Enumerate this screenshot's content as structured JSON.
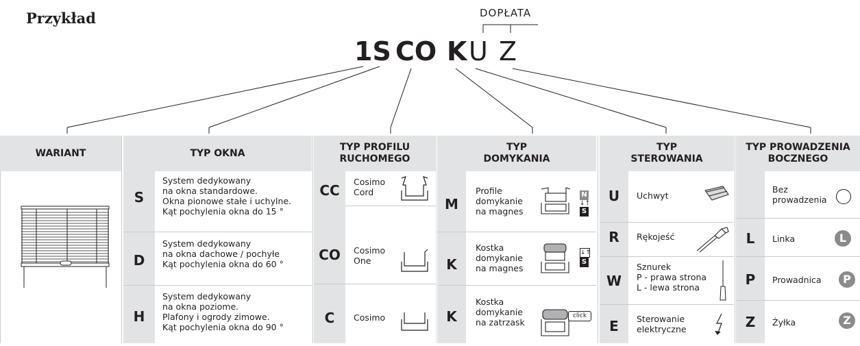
{
  "title": "Przykład",
  "doplata": "DOPŁATA",
  "code": {
    "p1": "1S",
    "p2": "CO",
    "p3": "K",
    "p4": "U",
    "p5": "Z"
  },
  "headers": {
    "wariant": "WARIANT",
    "typ_okna": "TYP OKNA",
    "profil_1": "TYP PROFILU",
    "profil_2": "RUCHOMEGO",
    "domyk_1": "TYP",
    "domyk_2": "DOMYKANIA",
    "ster_1": "TYP",
    "ster_2": "STEROWANIA",
    "prow_1": "TYP PROWADZENIA",
    "prow_2": "BOCZNEGO"
  },
  "typ_okna": [
    {
      "code": "S",
      "lines": [
        "System dedykowany",
        "na okna standardowe.",
        "Okna pionowe stałe i uchylne.",
        "Kąt pochylenia okna do 15 °"
      ]
    },
    {
      "code": "D",
      "lines": [
        "System dedykowany",
        "na okna dachowe / pochyłe",
        "Kąt pochylenia okna do 60 °"
      ]
    },
    {
      "code": "H",
      "lines": [
        "System dedykowany",
        "na okna poziome.",
        "Plafony i ogrody zimowe.",
        "Kąt pochylenia okna do 90 °"
      ]
    }
  ],
  "profil": [
    {
      "code": "CC",
      "lines": [
        "Cosimo",
        "Cord"
      ]
    },
    {
      "code": "CO",
      "lines": [
        "Cosimo",
        "One"
      ]
    },
    {
      "code": "C",
      "lines": [
        "Cosimo"
      ]
    }
  ],
  "domykanie": [
    {
      "code": "M",
      "lines": [
        "Profile",
        "domykanie",
        "na magnes"
      ],
      "magnet": [
        "N",
        "S"
      ]
    },
    {
      "code": "K",
      "lines": [
        "Kostka",
        "domykanie",
        "na magnes"
      ],
      "magnet": [
        "S"
      ]
    },
    {
      "code": "K",
      "lines": [
        "Kostka",
        "domykanie",
        "na zatrzask"
      ],
      "badge": "click"
    }
  ],
  "sterowanie": [
    {
      "code": "U",
      "lines": [
        "Uchwyt"
      ]
    },
    {
      "code": "R",
      "lines": [
        "Rękojeść"
      ]
    },
    {
      "code": "W",
      "lines": [
        "Sznurek",
        "P - prawa strona",
        "L - lewa strona"
      ]
    },
    {
      "code": "E",
      "lines": [
        "Sterowanie",
        "elektryczne"
      ]
    }
  ],
  "prowadzenie": [
    {
      "code": "",
      "lines": [
        "Bez",
        "prowadzenia"
      ],
      "icon": ""
    },
    {
      "code": "L",
      "lines": [
        "Linka"
      ],
      "icon": "L"
    },
    {
      "code": "P",
      "lines": [
        "Prowadnica"
      ],
      "icon": "P"
    },
    {
      "code": "Z",
      "lines": [
        "Żyłka"
      ],
      "icon": "Z"
    }
  ]
}
